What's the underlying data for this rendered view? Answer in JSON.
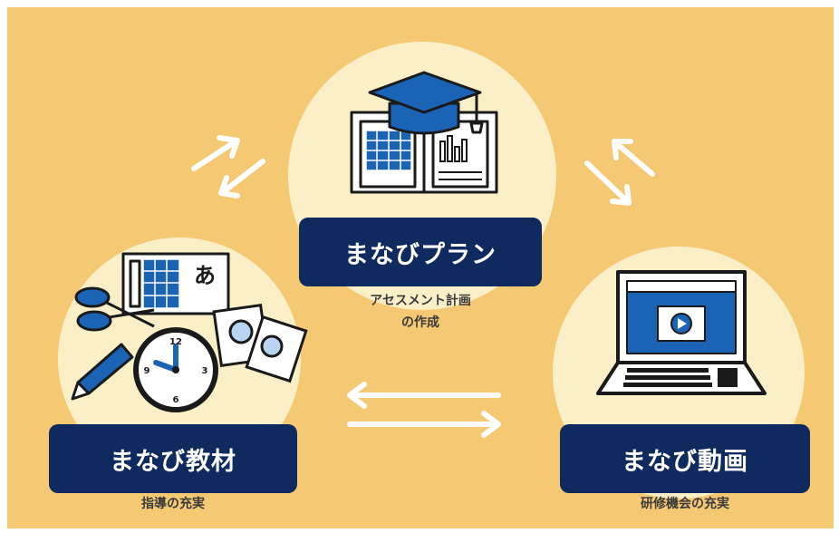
{
  "nodes": {
    "plan": {
      "title": "まなびプラン",
      "caption_line1": "アセスメント計画",
      "caption_line2": "の作成"
    },
    "materials": {
      "title": "まなび教材",
      "caption": "指導の充実"
    },
    "video": {
      "title": "まなび動画",
      "caption": "研修機会の充実"
    }
  },
  "illustration_text": {
    "kana_card": "あ",
    "clock_12": "12",
    "clock_3": "3",
    "clock_6": "6",
    "clock_9": "9"
  },
  "colors": {
    "background": "#f5c873",
    "circle": "#fbefc8",
    "label_box": "#0f2a5e",
    "accent_blue": "#1b63b5",
    "arrow": "#ffffff"
  }
}
